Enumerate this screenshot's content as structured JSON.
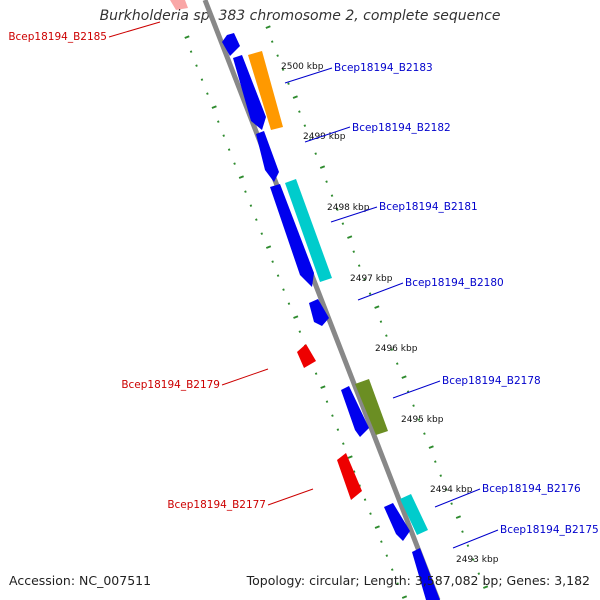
{
  "title": "Burkholderia sp. 383 chromosome 2, complete sequence",
  "footer": {
    "accession": "Accession: NC_007511",
    "summary": "Topology: circular; Length: 3,587,082 bp; Genes: 3,182"
  },
  "colors": {
    "backbone": "#888888",
    "ruler": "#2e8b2e",
    "forward_label": "#0000cc",
    "reverse_label": "#cc0000",
    "cds": "#0000ee",
    "reverse_feature": "#ee0000",
    "orange": "#ff9900",
    "cyan": "#00cccc",
    "olive": "#6b8e23"
  },
  "tick_labels": [
    "2500 kbp",
    "2499 kbp",
    "2498 kbp",
    "2497 kbp",
    "2496 kbp",
    "2495 kbp",
    "2494 kbp",
    "2493 kbp"
  ],
  "gene_labels": {
    "forward": [
      "Bcep18194_B2183",
      "Bcep18194_B2182",
      "Bcep18194_B2181",
      "Bcep18194_B2180",
      "Bcep18194_B2178",
      "Bcep18194_B2176",
      "Bcep18194_B2175"
    ],
    "reverse": [
      "Bcep18194_B2185",
      "Bcep18194_B2179",
      "Bcep18194_B2177"
    ]
  }
}
